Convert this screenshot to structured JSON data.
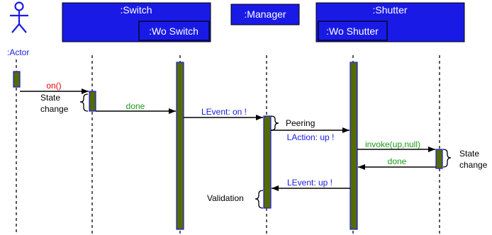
{
  "actor": {
    "label": ":Actor"
  },
  "objects": {
    "switch": {
      "label": ":Switch",
      "sub": ":Wo Switch"
    },
    "manager": {
      "label": ":Manager"
    },
    "shutter": {
      "label": ":Shutter",
      "sub": ":Wo Shutter"
    }
  },
  "messages": {
    "on": "on()",
    "done1": "done",
    "levent_on": "LEvent: on !",
    "laction_up": "LAction: up !",
    "invoke": "invoke(up,null)",
    "done2": "done",
    "levent_up": "LEvent: up !"
  },
  "notes": {
    "state_change_1_line1": "State",
    "state_change_1_line2": "change",
    "peering": "Peering",
    "state_change_2_line1": "State",
    "state_change_2_line2": "change",
    "validation": "Validation"
  },
  "colors": {
    "object_box": "#1a1ae6",
    "activation": "#556b00",
    "blue_text": "#1a1ae6",
    "red_text": "#e60000",
    "green_text": "#1a9a1a"
  }
}
